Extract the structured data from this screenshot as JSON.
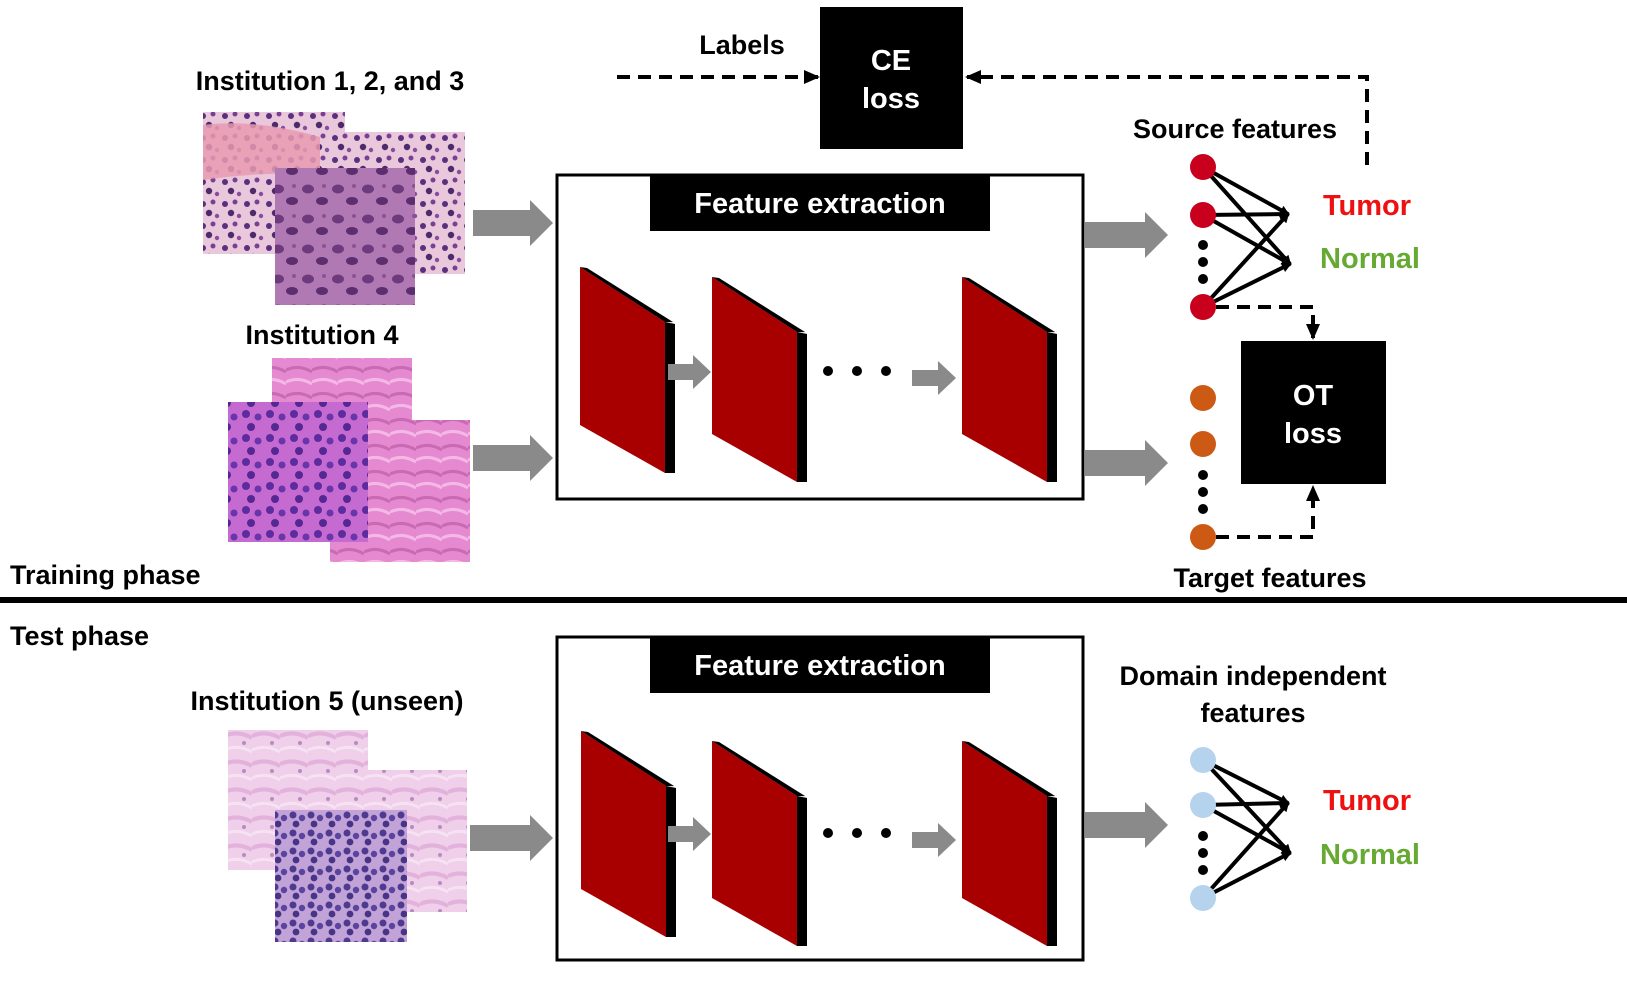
{
  "training": {
    "phase_label": "Training phase",
    "source_title": "Institution 1, 2, and 3",
    "target_title": "Institution 4",
    "feature_extraction": "Feature extraction",
    "labels": "Labels",
    "ce_loss": [
      "CE",
      "loss"
    ],
    "ot_loss": [
      "OT",
      "loss"
    ],
    "source_features": "Source features",
    "target_features": "Target features",
    "class_tumor": "Tumor",
    "class_normal": "Normal"
  },
  "test": {
    "phase_label": "Test phase",
    "input_title": "Institution 5 (unseen)",
    "feature_extraction": "Feature extraction",
    "features_title": [
      "Domain independent",
      "features"
    ],
    "class_tumor": "Tumor",
    "class_normal": "Normal"
  },
  "colors": {
    "tumor": "#ee1111",
    "normal": "#66aa33",
    "source_node": "#c8001e",
    "target_node": "#cc5a14",
    "test_node": "#b5d3ec",
    "layer_red": "#a80000",
    "arrow_gray": "#8a8a8a"
  }
}
